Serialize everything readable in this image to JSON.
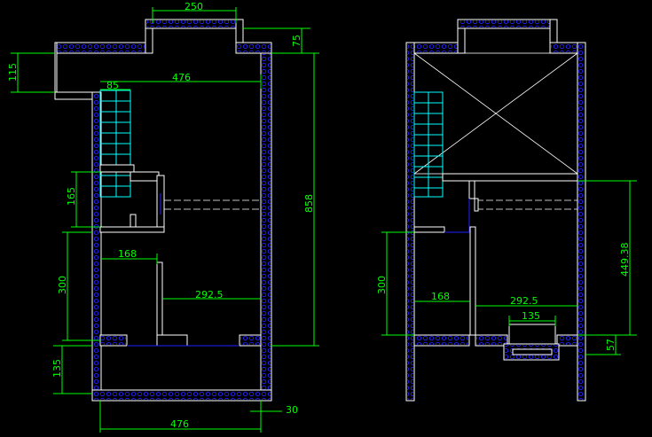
{
  "colors": {
    "background": "#000000",
    "wall": "#ffffff",
    "dimension": "#00ff00",
    "stair": "#00ffff",
    "hatch": "#2020ff"
  },
  "left_plan": {
    "dims": {
      "top_width": "250",
      "top_offset": "75",
      "left_projection": "115",
      "inner_width": "476",
      "stair_width": "85",
      "height_total": "858",
      "opening": "165",
      "room_height": "300",
      "room_width": "168",
      "hall_width": "292.5",
      "bottom_gap": "135",
      "bottom_width": "476",
      "wall_thickness": "30"
    }
  },
  "right_plan": {
    "dims": {
      "room_height": "300",
      "room_width": "168",
      "hall_width": "292.5",
      "window_width": "135",
      "height_right": "449.38",
      "bottom_offset": "57"
    }
  }
}
